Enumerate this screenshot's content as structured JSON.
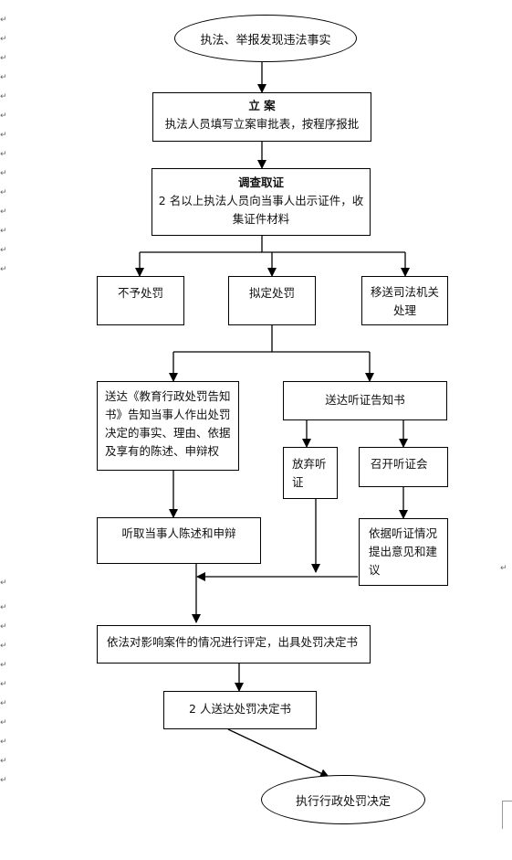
{
  "start": "执法、举报发现违法事实",
  "filing": {
    "title": "立  案",
    "text": "执法人员填写立案审批表，按程序报批"
  },
  "investigate": {
    "title": "调查取证",
    "line1": "2 名以上执法人员向当事人出示证件，收",
    "line2": "集证件材料"
  },
  "no_penalty": "不予处罚",
  "propose_penalty": "拟定处罚",
  "transfer": {
    "line1": "移送司法机关",
    "line2": "处理"
  },
  "notice": {
    "line1": "送达《教育行政处罚告知",
    "line2": "书》告知当事人作出处罚",
    "line3": "决定的事实、理由、依据",
    "line4": "及享有的陈述、申辩权"
  },
  "hearing_notice": "送达听证告知书",
  "waive_hearing": {
    "line1": "放弃听",
    "line2": "证"
  },
  "hold_hearing": "召开听证会",
  "listen_statement": "听取当事人陈述和申辩",
  "hearing_opinion": {
    "line1": "依据听证情况",
    "line2": "提出意见和建",
    "line3": "议"
  },
  "decision": "依法对影响案件的情况进行评定，出具处罚决定书",
  "deliver": "2 人送达处罚决定书",
  "execute": "执行行政处罚决定"
}
